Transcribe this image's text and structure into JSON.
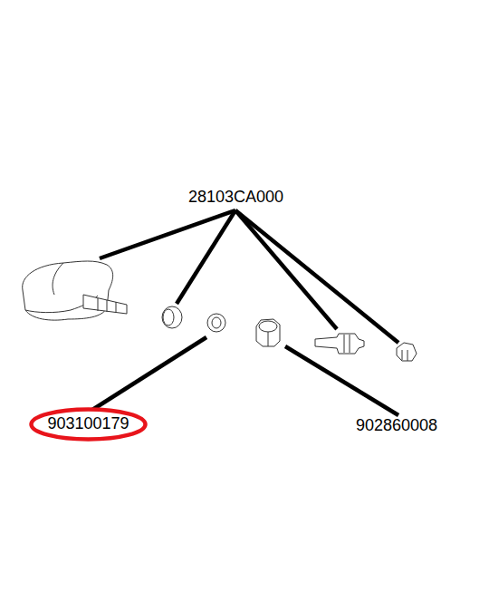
{
  "diagram": {
    "nodes": [
      {
        "text": [
          "903100179"
        ]
      }
    ],
    "labels": [
      "28103CA000",
      "902860008"
    ]
  }
}
